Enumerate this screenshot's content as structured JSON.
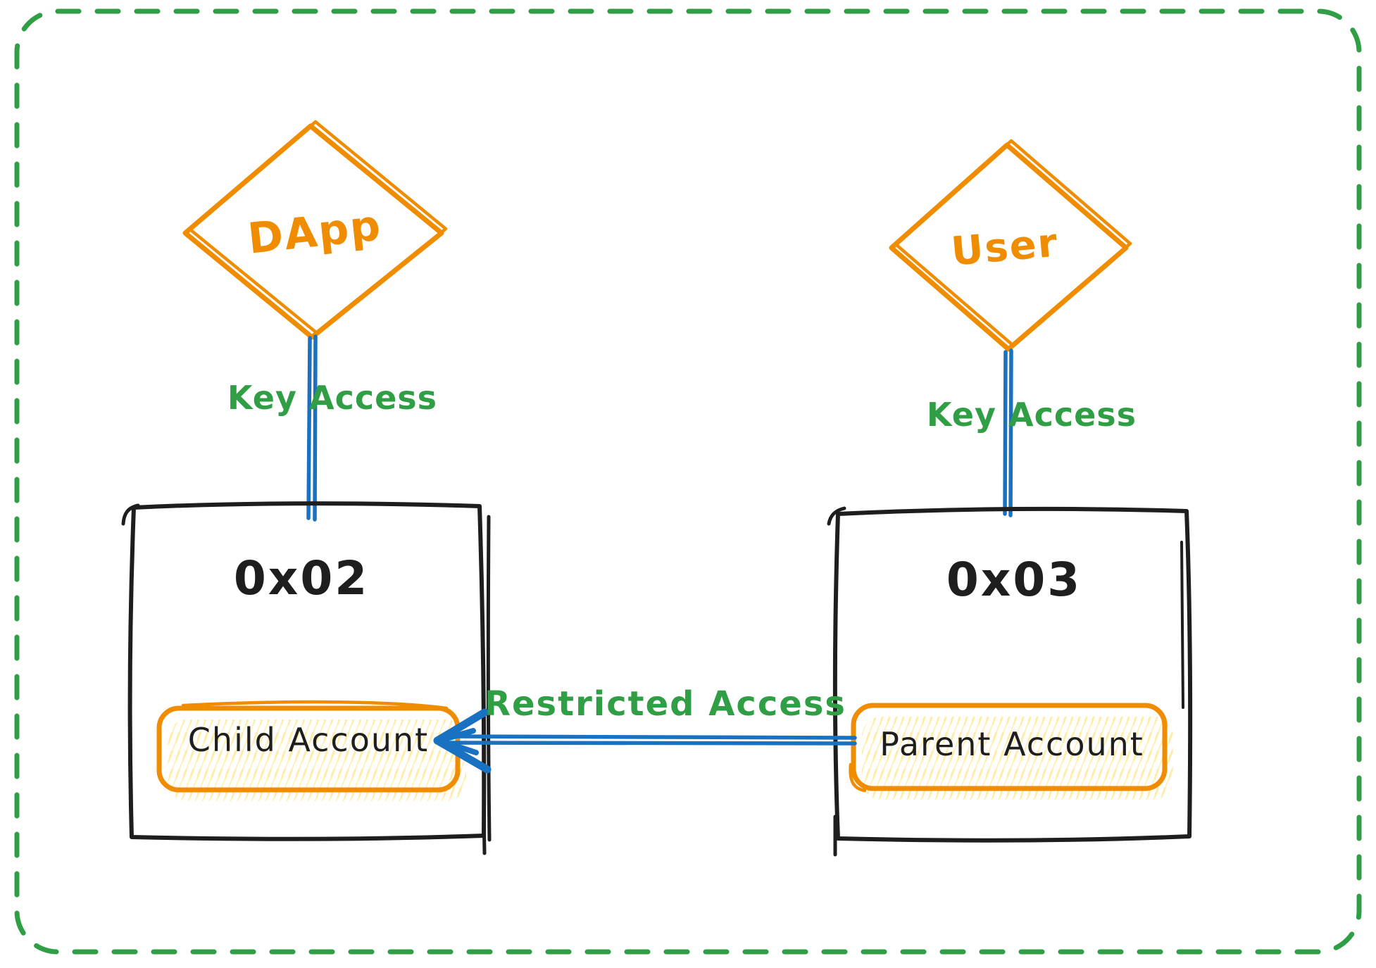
{
  "diagram": {
    "style": "hand-drawn sketch (excalidraw-like)",
    "nodes": {
      "dapp": {
        "label": "DApp",
        "shape": "diamond"
      },
      "user": {
        "label": "User",
        "shape": "diamond"
      },
      "account_left": {
        "label": "0x02",
        "shape": "rectangle"
      },
      "account_right": {
        "label": "0x03",
        "shape": "rectangle"
      },
      "child_account": {
        "label": "Child Account",
        "shape": "rounded-rectangle"
      },
      "parent_account": {
        "label": "Parent Account",
        "shape": "rounded-rectangle"
      }
    },
    "edges": {
      "key_access_left": {
        "label": "Key Access",
        "from": "dapp",
        "to": "account_left"
      },
      "key_access_right": {
        "label": "Key Access",
        "from": "user",
        "to": "account_right"
      },
      "restricted_access": {
        "label": "Restricted Access",
        "from": "parent_account",
        "to": "child_account",
        "arrow_direction": "left"
      }
    }
  },
  "colors": {
    "orange": "#f08c00",
    "hatch": "#ffd43b",
    "green": "#2f9e44",
    "blue": "#1971c2",
    "ink": "#1e1e1e",
    "background": "#ffffff"
  }
}
